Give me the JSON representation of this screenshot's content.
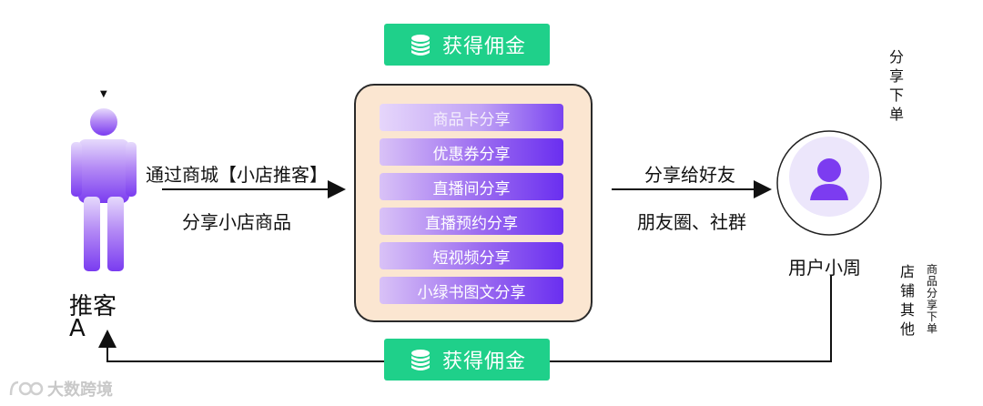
{
  "reward_label": "获得佣金",
  "referrer": {
    "name_line1": "推客",
    "name_line2": "A",
    "marker": "▼"
  },
  "left_edge": {
    "top_label": "通过商城【小店推客】",
    "bottom_label": "分享小店商品"
  },
  "channels": [
    "商品卡分享",
    "优惠券分享",
    "直播间分享",
    "直播预约分享",
    "短视频分享",
    "小绿书图文分享"
  ],
  "right_edge": {
    "top_label": "分享给好友",
    "bottom_label": "朋友圈、社群"
  },
  "user": {
    "name": "用户小周"
  },
  "side_notes": {
    "share_order": "分享下单",
    "store_other": "店铺其他",
    "product_share_order": "商品分享下单"
  },
  "watermark": "大数跨境",
  "colors": {
    "reward_green": "#1fd08a",
    "hub_fill": "#fbe6d1",
    "channel_purple": "#6a2ff0",
    "person_purple": "#8a4df0",
    "avatar_fill": "#ece6fb"
  }
}
